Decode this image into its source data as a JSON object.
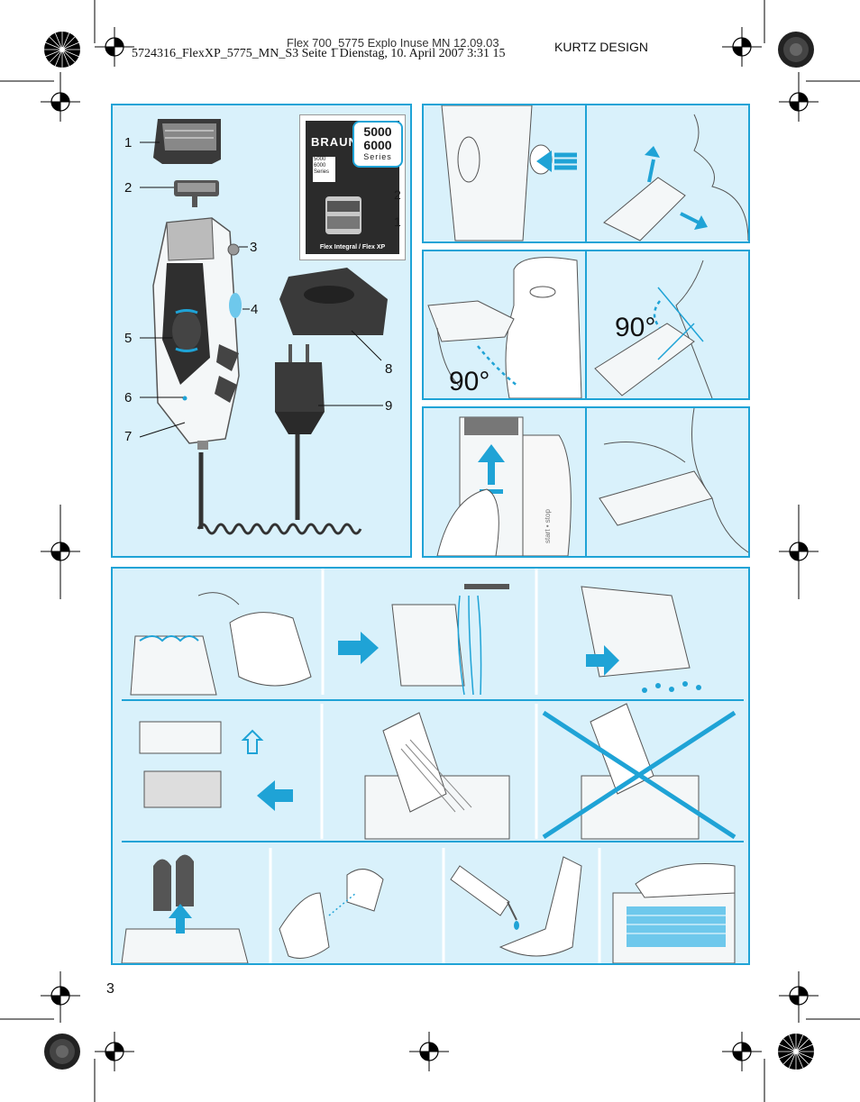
{
  "header": {
    "overlapped_text": "Flex 700_5775 Explo Inuse   MN 12.09.03",
    "file_line": "5724316_FlexXP_5775_MN_S3  Seite 1  Dienstag, 10. April 2007  3:31 15",
    "studio": "KURTZ DESIGN"
  },
  "figure_main": {
    "part_labels": [
      "1",
      "2",
      "3",
      "4",
      "5",
      "6",
      "7",
      "8",
      "9"
    ]
  },
  "package": {
    "brand": "BRAUN",
    "series_line1": "5000",
    "series_line2": "6000",
    "series_word": "Series",
    "mini_line1": "5000",
    "mini_line2": "6000",
    "mini_word": "Series",
    "bottom_text": "Flex Integral / Flex XP",
    "label_2": "2",
    "label_1": "1"
  },
  "angles": {
    "left": "90°",
    "right": "90°"
  },
  "device_text": {
    "switch_text": "start • stop"
  },
  "page_number": "3",
  "colors": {
    "panel_border": "#1fa3d6",
    "panel_fill": "#d9f1fb",
    "accent_blue": "#1fa3d6"
  }
}
